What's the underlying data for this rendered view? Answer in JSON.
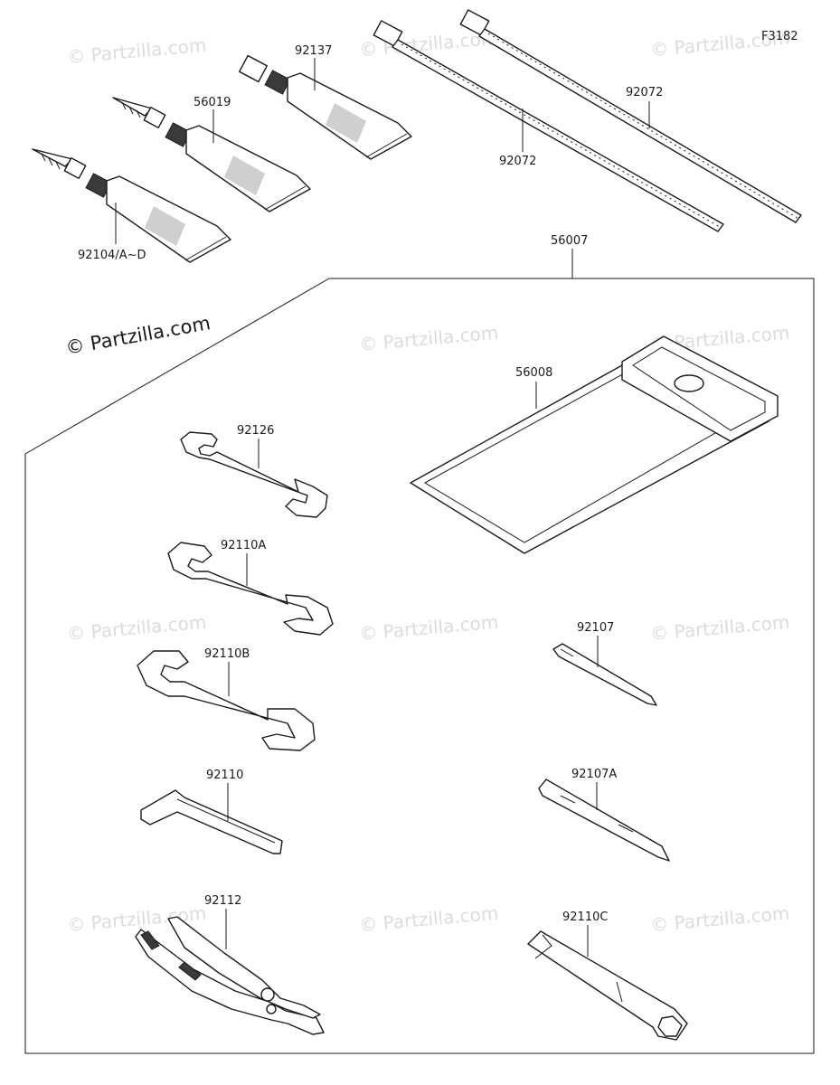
{
  "figure_code": "F3182",
  "copyright_main": "© Partzilla.com",
  "watermark_text": "© Partzilla.com",
  "parts": {
    "sealant_a": "92104/A~D",
    "sealant_b": "56019",
    "sealant_c": "92137",
    "band_lower": "92072",
    "band_upper": "92072",
    "tool_kit": "56007",
    "tool_case": "56008",
    "wrench_small": "92126",
    "wrench_medium": "92110A",
    "wrench_large": "92110B",
    "hex_wrench": "92110",
    "pliers": "92112",
    "driver_small": "92107",
    "driver_large": "92107A",
    "spark_plug_wrench": "92110C"
  },
  "colors": {
    "line": "#1a1a1a",
    "watermark": "#dcdcdc",
    "background": "#ffffff"
  }
}
